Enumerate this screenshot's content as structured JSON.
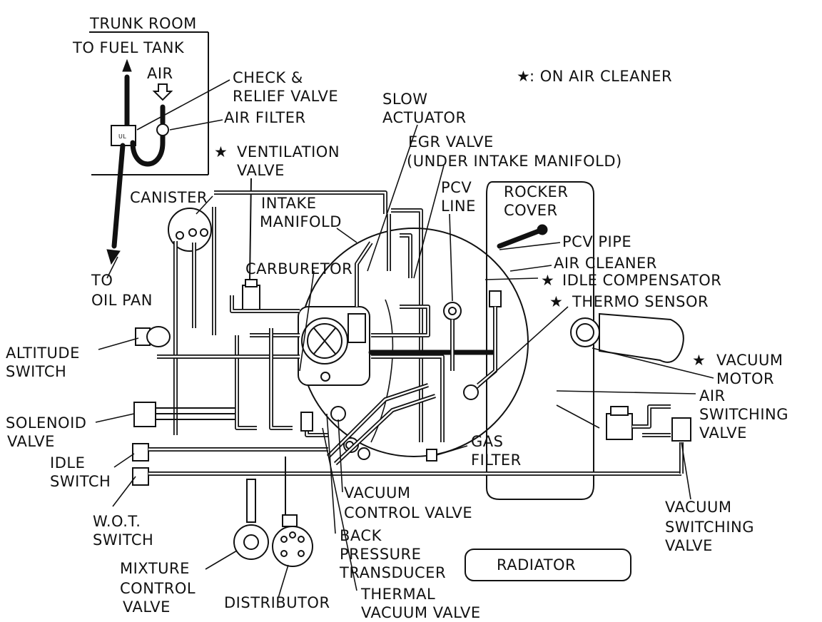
{
  "legend": {
    "star": "★",
    "text": ": ON AIR CLEANER"
  },
  "labels": {
    "trunk_room": "TRUNK ROOM",
    "to_fuel_tank": "TO FUEL TANK",
    "air": "AIR",
    "check_relief_valve": [
      "CHECK &",
      "RELIEF VALVE"
    ],
    "air_filter": "AIR FILTER",
    "slow_actuator": [
      "SLOW",
      "ACTUATOR"
    ],
    "egr_valve": [
      "EGR VALVE",
      "(UNDER INTAKE MANIFOLD)"
    ],
    "ventilation_valve": [
      "VENTILATION",
      "VALVE"
    ],
    "canister": "CANISTER",
    "intake_manifold": [
      "INTAKE",
      "MANIFOLD"
    ],
    "pcv_line": [
      "PCV",
      "LINE"
    ],
    "rocker_cover": [
      "ROCKER",
      "COVER"
    ],
    "pcv_pipe": "PCV PIPE",
    "air_cleaner": "AIR CLEANER",
    "idle_compensator": "IDLE COMPENSATOR",
    "thermo_sensor": "THERMO SENSOR",
    "carburetor": "CARBURETOR",
    "to_oil_pan": [
      "TO",
      "OIL PAN"
    ],
    "altitude_switch": [
      "ALTITUDE",
      "SWITCH"
    ],
    "vacuum_motor": [
      "VACUUM",
      "MOTOR"
    ],
    "air_switching_valve": [
      "AIR",
      "SWITCHING",
      "VALVE"
    ],
    "solenoid_valve": [
      "SOLENOID",
      "VALVE"
    ],
    "idle_switch": [
      "IDLE",
      "SWITCH"
    ],
    "gas_filter": [
      "GAS",
      "FILTER"
    ],
    "vacuum_control_valve": [
      "VACUUM",
      "CONTROL VALVE"
    ],
    "wot_switch": [
      "W.O.T.",
      "SWITCH"
    ],
    "vacuum_switching_valve": [
      "VACUUM",
      "SWITCHING",
      "VALVE"
    ],
    "back_pressure_transducer": [
      "BACK",
      "PRESSURE",
      "TRANSDUCER"
    ],
    "radiator": "RADIATOR",
    "mixture_control_valve": [
      "MIXTURE",
      "CONTROL",
      "VALVE"
    ],
    "distributor": "DISTRIBUTOR",
    "thermal_vacuum_valve": [
      "THERMAL",
      "VACUUM VALVE"
    ]
  },
  "icons": {
    "star": "star-icon",
    "arrow": "air-inlet-arrow-icon"
  }
}
